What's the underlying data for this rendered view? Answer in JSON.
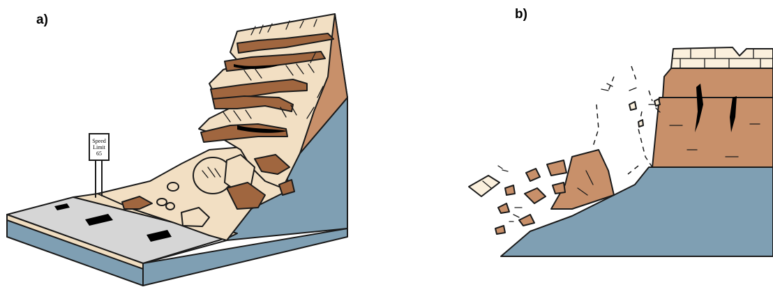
{
  "panels": [
    {
      "label": "a)"
    },
    {
      "label": "b)"
    }
  ],
  "sign": {
    "line1": "Speed",
    "line2": "Limit",
    "line3": "65"
  },
  "colors": {
    "water": "#7f9fb3",
    "road": "#d6d6d6",
    "shoulder": "#f0ddc0",
    "talus": "#f2dfc3",
    "rock_light": "#f2dfc3",
    "rock_face": "#c8906a",
    "rock_dark": "#a0663f",
    "cap_rock": "#fbf0dd",
    "stripe": "#000000"
  }
}
